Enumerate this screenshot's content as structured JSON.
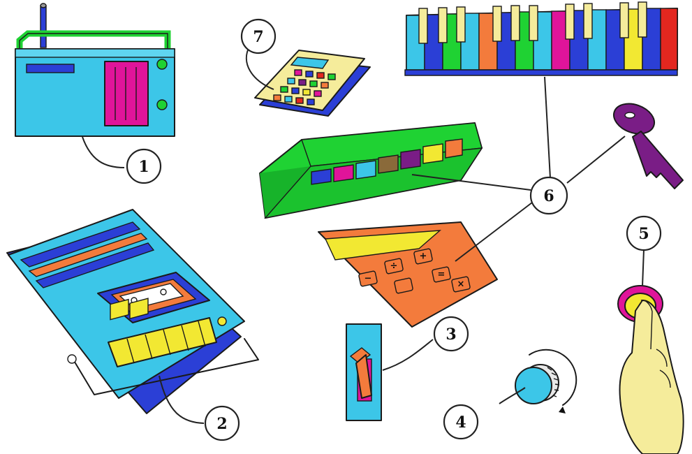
{
  "colors": {
    "cyan": "#3cc6e8",
    "blue": "#2b3fd6",
    "magenta": "#e0149a",
    "green": "#1fd233",
    "orange": "#f37b3c",
    "yellow": "#f2e832",
    "purple": "#7a1d86",
    "olive": "#8a6a3a",
    "pale_yellow": "#f5ec9b",
    "red": "#e3271f"
  },
  "labels": {
    "radio": "1",
    "cassette_recorder": "2",
    "slide_switch": "3",
    "rotary_knob": "4",
    "push_button": "5",
    "keys_group": "6",
    "calculator": "7"
  },
  "button_glyphs": {
    "calc_keys": [
      "÷",
      "+",
      "−",
      "=",
      "×"
    ]
  }
}
